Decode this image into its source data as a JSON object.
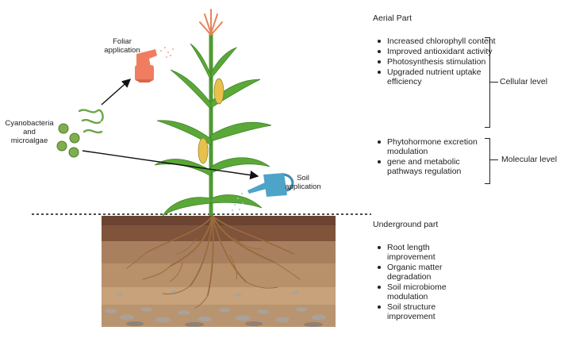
{
  "left_labels": {
    "foliar": [
      "Foliar",
      "application"
    ],
    "cyano": [
      "Cyanobacteria",
      "and",
      "microalgae"
    ],
    "soil": [
      "Soil",
      "application"
    ]
  },
  "aerial": {
    "title": "Aerial Part",
    "cellular_items": [
      "Increased chlorophyll content",
      "Improved antioxidant activity",
      "Photosynthesis stimulation",
      "Upgraded nutrient uptake efficiency"
    ],
    "cellular_level": "Cellular level",
    "molecular_items": [
      "Phytohormone excretion modulation",
      "gene and metabolic pathways regulation"
    ],
    "molecular_level": "Molecular level"
  },
  "underground": {
    "title": "Underground part",
    "items": [
      "Root length improvement",
      "Organic matter degradation",
      "Soil microbiome modulation",
      "Soil structure improvement"
    ]
  },
  "colors": {
    "leaf": "#5aa838",
    "leaf_dark": "#3f7f26",
    "sprayer": "#f07d62",
    "can": "#4da3c8",
    "soil_top": "#6b4532",
    "soil_mid": "#a9805f",
    "soil_low": "#c7a27a",
    "root": "#9a6b3d"
  }
}
